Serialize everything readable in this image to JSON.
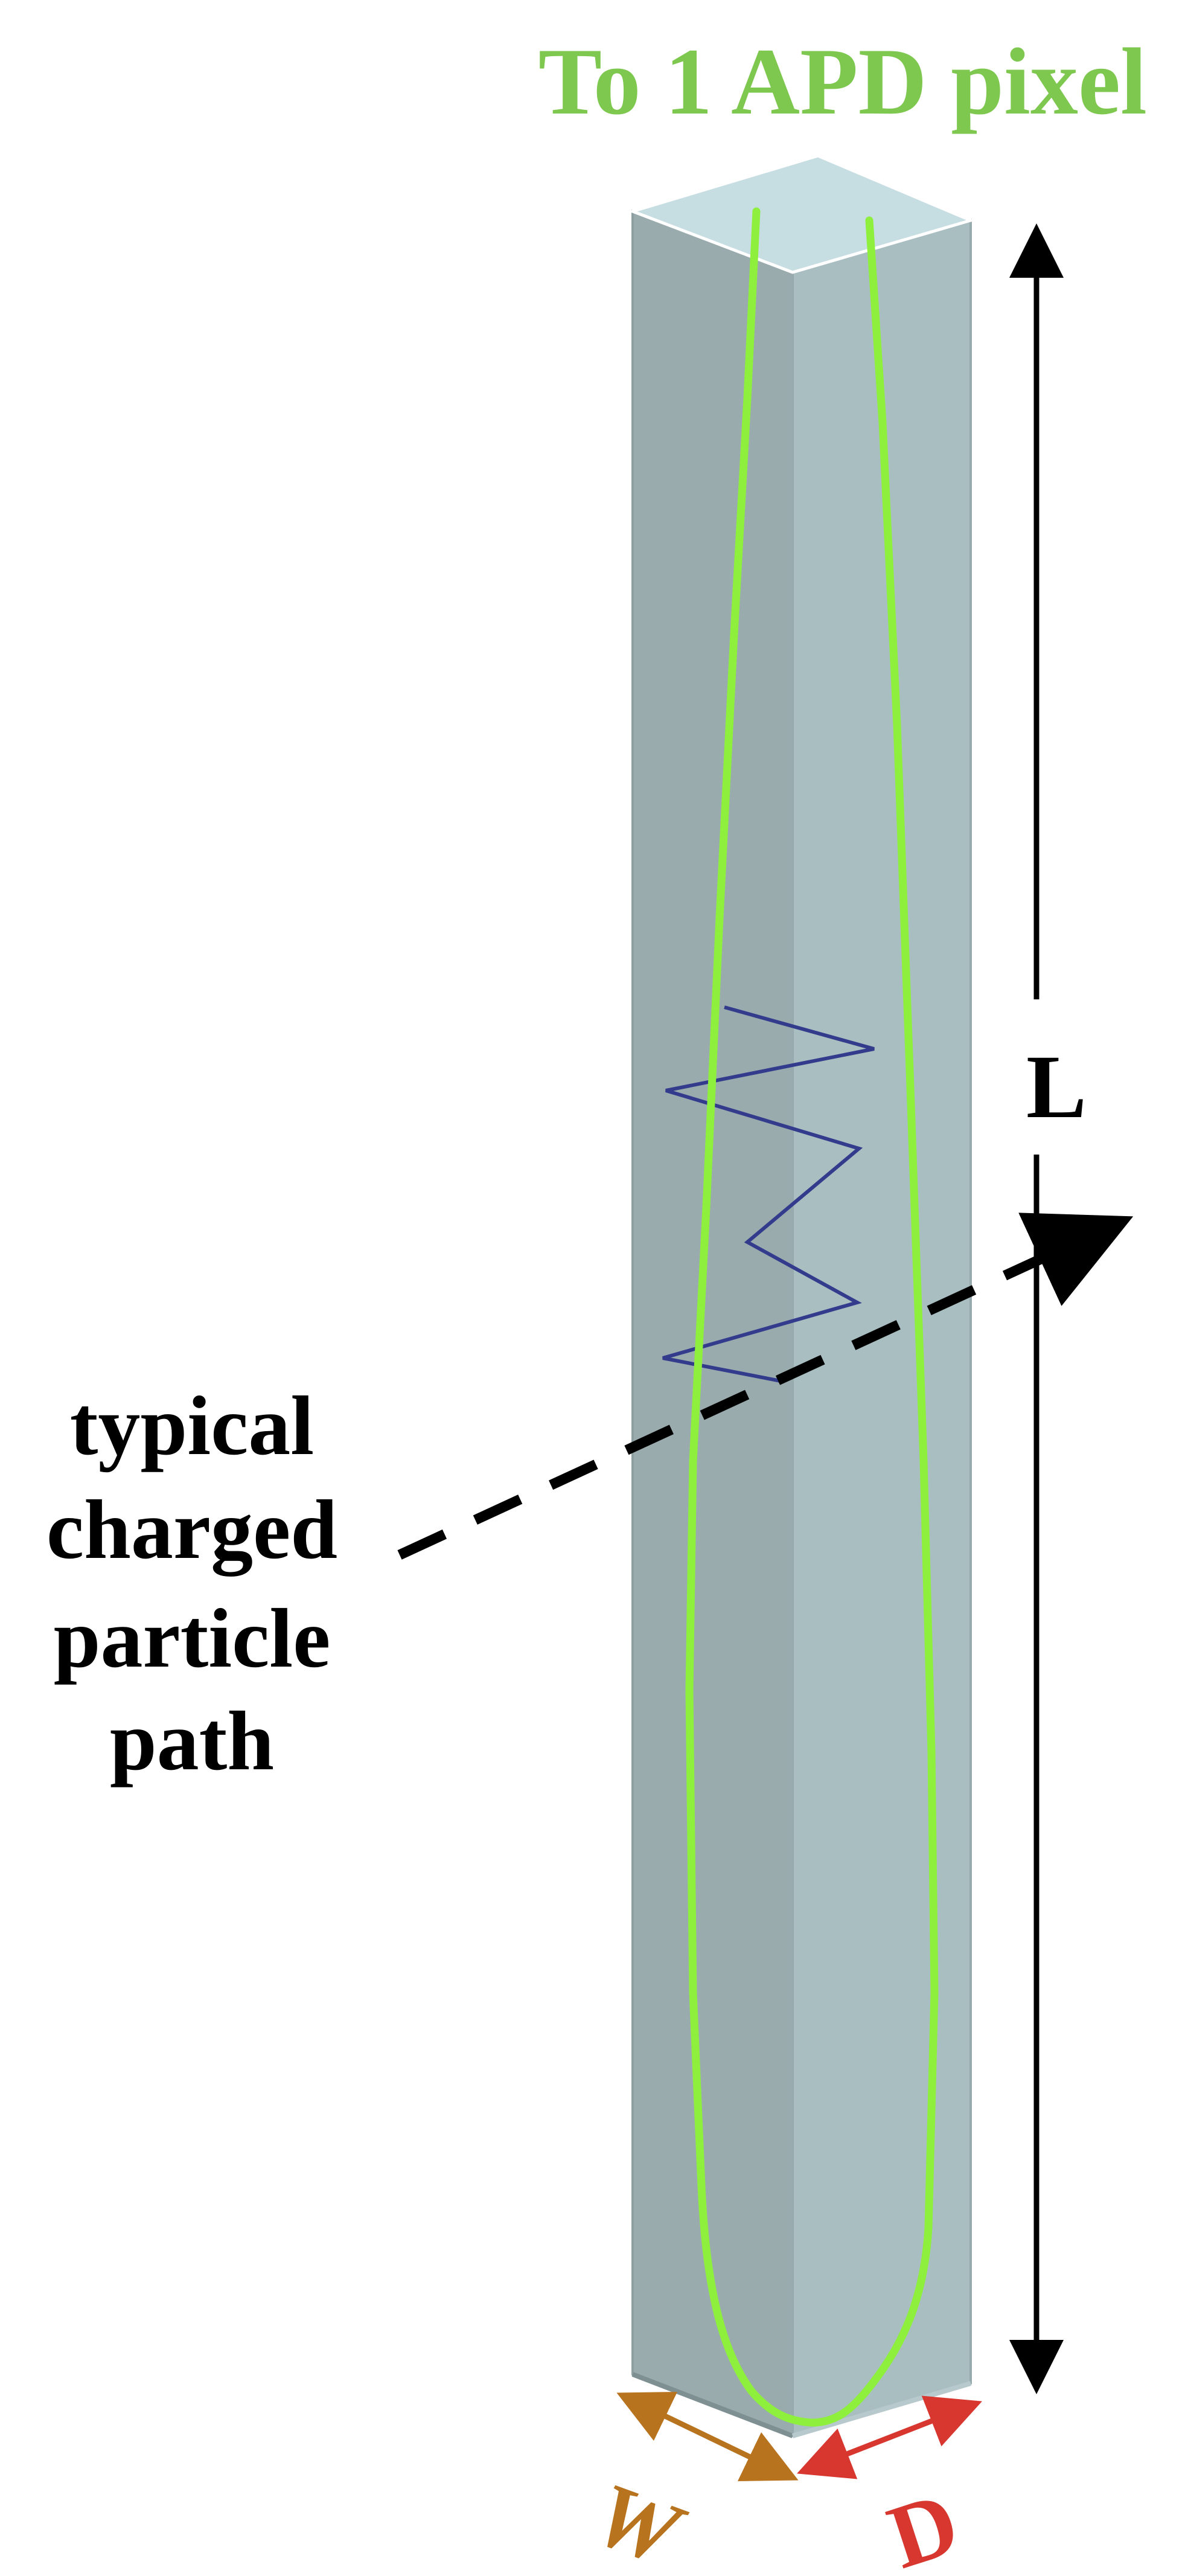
{
  "title": "To 1 APD pixel",
  "particle_label": [
    "typical",
    "charged",
    "particle",
    "path"
  ],
  "dimensions": {
    "length": "L",
    "width": "W",
    "depth": "D"
  },
  "colors": {
    "title": "#7ec850",
    "fiber": "#8ef03c",
    "crystal_top": "#c6dde2",
    "crystal_left": "#9aabae",
    "crystal_right": "#a8bec1",
    "shower": "#333c8c",
    "particle_path": "#000000",
    "width_arrow": "#b8731e",
    "depth_arrow": "#d7372f",
    "length_arrow": "#000000"
  }
}
